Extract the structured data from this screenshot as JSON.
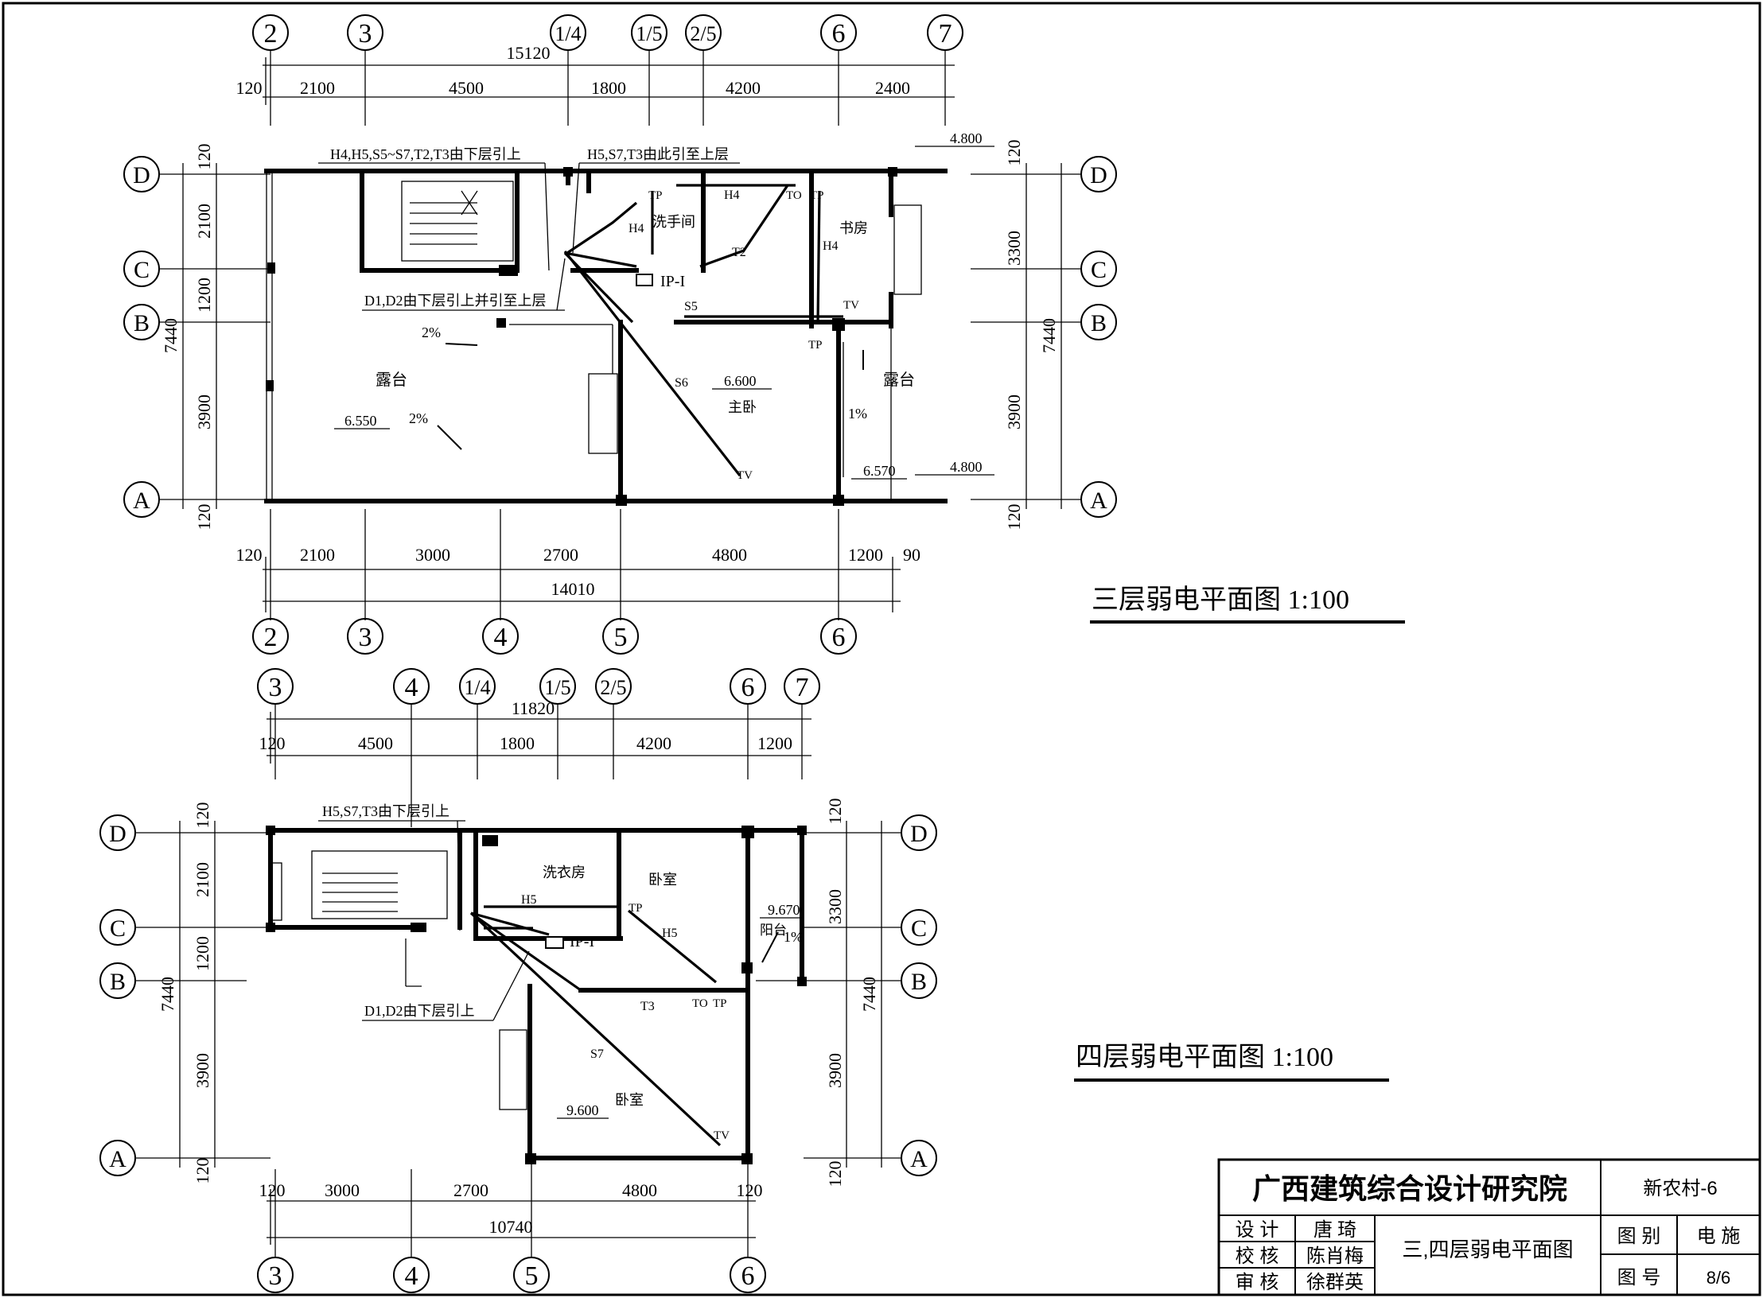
{
  "plan3": {
    "title": "三层弱电平面图  1:100",
    "axes_top": [
      "2",
      "3",
      "1/4",
      "1/5",
      "2/5",
      "6",
      "7"
    ],
    "overall_top": "15120",
    "dims_top": [
      "120",
      "2100",
      "4500",
      "1800",
      "4200",
      "2400"
    ],
    "axes_bottom": [
      "2",
      "3",
      "4",
      "5",
      "6"
    ],
    "overall_bottom": "14010",
    "dims_bottom": [
      "120",
      "2100",
      "3000",
      "2700",
      "4800",
      "1200",
      "90"
    ],
    "axes_side": [
      "D",
      "C",
      "B",
      "A"
    ],
    "dims_left": [
      "120",
      "2100",
      "1200",
      "7440",
      "3900",
      "120"
    ],
    "dims_right": [
      "120",
      "3300",
      "7440",
      "3900",
      "120"
    ],
    "notes": [
      "H4,H5,S5~S7,T2,T3由下层引上",
      "H5,S7,T3由此引至上层",
      "D1,D2由下层引上并引至上层"
    ],
    "rooms": [
      "洗手间",
      "书房",
      "露台",
      "主卧",
      "露台"
    ],
    "levels": [
      "4.800",
      "6.600",
      "6.550",
      "6.570",
      "4.800"
    ],
    "slopes": [
      "2%",
      "2%",
      "1%"
    ],
    "cables": [
      "H4",
      "H4",
      "T2",
      "H4",
      "S5",
      "S6"
    ],
    "outlets": [
      "TP",
      "TO",
      "TP",
      "TV",
      "TP",
      "TV"
    ],
    "panel": "IP-I"
  },
  "plan4": {
    "title": "四层弱电平面图  1:100",
    "axes_top": [
      "3",
      "4",
      "1/4",
      "1/5",
      "2/5",
      "6",
      "7"
    ],
    "overall_top": "11820",
    "dims_top": [
      "120",
      "4500",
      "1800",
      "4200",
      "1200"
    ],
    "axes_bottom": [
      "3",
      "4",
      "5",
      "6"
    ],
    "overall_bottom": "10740",
    "dims_bottom": [
      "120",
      "3000",
      "2700",
      "4800",
      "120"
    ],
    "axes_side": [
      "D",
      "C",
      "B",
      "A"
    ],
    "dims_left": [
      "120",
      "2100",
      "1200",
      "7440",
      "3900",
      "120"
    ],
    "dims_right": [
      "120",
      "3300",
      "7440",
      "3900",
      "120"
    ],
    "notes": [
      "H5,S7,T3由下层引上",
      "D1,D2由下层引上"
    ],
    "rooms": [
      "洗衣房",
      "卧室",
      "阳台",
      "卧室"
    ],
    "levels": [
      "9.670",
      "9.600"
    ],
    "slopes": [
      "1%"
    ],
    "cables": [
      "H5",
      "H5",
      "T3",
      "S7"
    ],
    "outlets": [
      "TP",
      "TO",
      "TP",
      "TV"
    ],
    "panel": "IP-I"
  },
  "titleblock": {
    "institute": "广西建筑综合设计研究院",
    "project": "新农村-6",
    "design_label": "设 计",
    "design_name": "唐  琦",
    "check_label": "校 核",
    "check_name": "陈肖梅",
    "review_label": "审 核",
    "review_name": "徐群英",
    "drawing_title": "三,四层弱电平面图",
    "category_label": "图 别",
    "category_value": "电 施",
    "number_label": "图 号",
    "number_value": "8/6"
  }
}
